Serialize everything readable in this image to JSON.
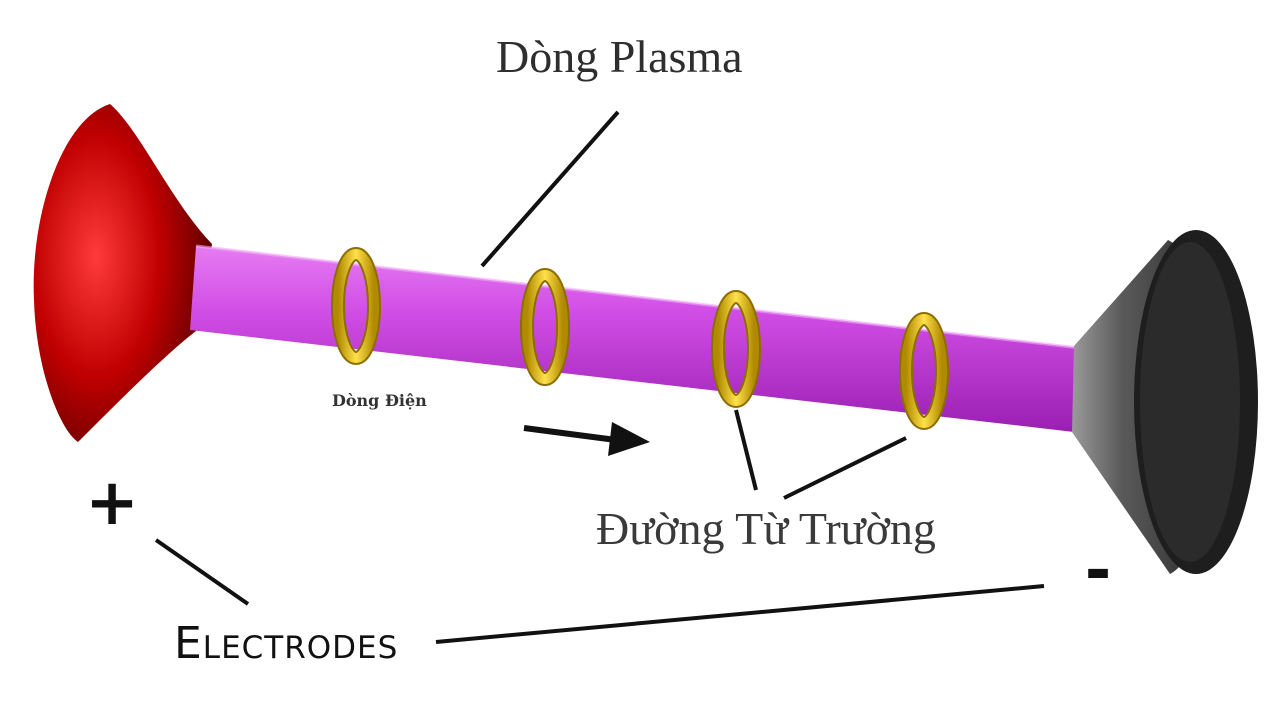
{
  "labels": {
    "plasma": "Dòng Plasma",
    "current": "Dòng Điện",
    "magnetic_field": "Đường Từ Trường",
    "electrodes": "Electrodes",
    "plus": "+",
    "minus": "-"
  },
  "colors": {
    "positive_electrode": "#b00000",
    "negative_electrode": "#1a1a1a",
    "plasma_tube": "#cc44dd",
    "rings": "#e6c01e",
    "text": "#2e2e2e"
  }
}
